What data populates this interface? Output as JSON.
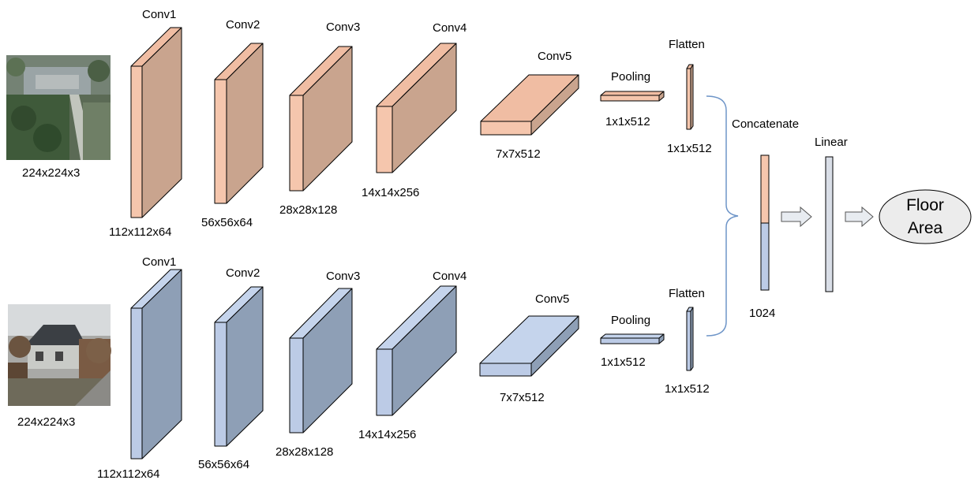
{
  "diagram": {
    "colors": {
      "aerial_front": "#f5c6ad",
      "aerial_side": "#c9a48e",
      "aerial_top": "#f0bda3",
      "street_front": "#bccbe6",
      "street_side": "#8e9fb6",
      "street_top": "#c5d4ec",
      "brace": "#6e95c8",
      "output_fill": "#ececec",
      "arrow_fill": "#e8ecf1"
    },
    "aerial_branch": {
      "input_size": "224x224x3",
      "layers": [
        {
          "name": "Conv1",
          "size": "112x112x64"
        },
        {
          "name": "Conv2",
          "size": "56x56x64"
        },
        {
          "name": "Conv3",
          "size": "28x28x128"
        },
        {
          "name": "Conv4",
          "size": "14x14x256"
        },
        {
          "name": "Conv5",
          "size": "7x7x512"
        },
        {
          "name": "Pooling",
          "size": "1x1x512"
        },
        {
          "name": "Flatten",
          "size": "1x1x512"
        }
      ]
    },
    "street_branch": {
      "input_size": "224x224x3",
      "layers": [
        {
          "name": "Conv1",
          "size": "112x112x64"
        },
        {
          "name": "Conv2",
          "size": "56x56x64"
        },
        {
          "name": "Conv3",
          "size": "28x28x128"
        },
        {
          "name": "Conv4",
          "size": "14x14x256"
        },
        {
          "name": "Conv5",
          "size": "7x7x512"
        },
        {
          "name": "Pooling",
          "size": "1x1x512"
        },
        {
          "name": "Flatten",
          "size": "1x1x512"
        }
      ]
    },
    "concatenate": {
      "label": "Concatenate",
      "size": "1024"
    },
    "linear": {
      "label": "Linear"
    },
    "output": {
      "line1": "Floor",
      "line2": "Area"
    }
  }
}
